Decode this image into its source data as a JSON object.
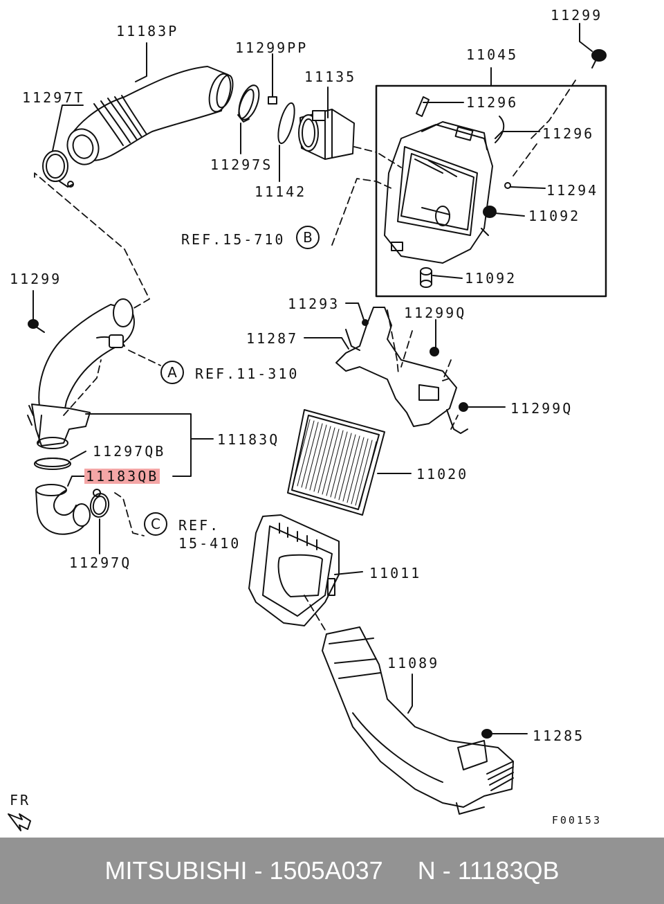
{
  "diagram": {
    "part_labels": {
      "p11183P": "11183P",
      "p11299PP": "11299PP",
      "p11135": "11135",
      "p11045": "11045",
      "p11299_top": "11299",
      "p11297T": "11297T",
      "p11297S": "11297S",
      "p11142": "11142",
      "p11296_a": "11296",
      "p11296_b": "11296",
      "p11294": "11294",
      "p11092_a": "11092",
      "p11092_b": "11092",
      "p11299_left": "11299",
      "p11293": "11293",
      "p11287": "11287",
      "p11299Q_a": "11299Q",
      "p11299Q_b": "11299Q",
      "p11183Q": "11183Q",
      "p11297QB": "11297QB",
      "p11183QB": "11183QB",
      "p11020": "11020",
      "p11297Q": "11297Q",
      "p11011": "11011",
      "p11089": "11089",
      "p11285": "11285"
    },
    "refs": {
      "ref_b_text": "REF.15-710",
      "ref_b_letter": "B",
      "ref_a_text": "REF.11-310",
      "ref_a_letter": "A",
      "ref_c_text_1": "REF.",
      "ref_c_text_2": "15-410",
      "ref_c_letter": "C"
    },
    "front_label": "FR",
    "figure_code": "F00153",
    "highlight_color": "#f4a6a6"
  },
  "footer": {
    "brand": "MITSUBISHI",
    "sep1": " - ",
    "part_number": "1505A037",
    "gap": "     ",
    "n_label": "N",
    "sep2": " - ",
    "ref_code": "11183QB",
    "background": "#939393"
  }
}
